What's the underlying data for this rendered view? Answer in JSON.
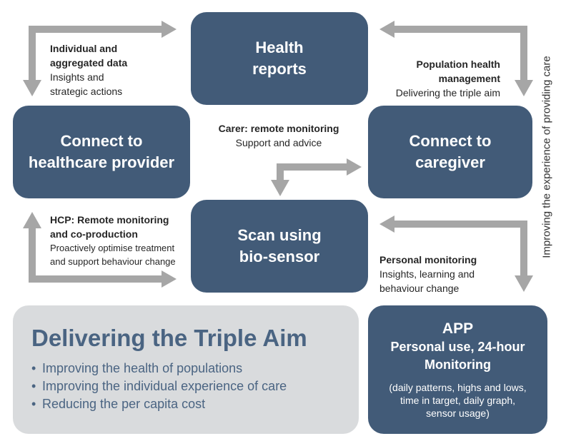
{
  "nodes": {
    "health_reports": "Health\nreports",
    "connect_hcp": "Connect to\nhealthcare provider",
    "connect_caregiver": "Connect to\ncaregiver",
    "scan": "Scan using\nbio-sensor",
    "app": {
      "title": "APP",
      "subtitle": "Personal use, 24-hour\nMonitoring",
      "details": "(daily patterns, highs and lows,\ntime in target, daily graph,\nsensor usage)"
    }
  },
  "labels": {
    "data": {
      "bold": "Individual and\naggregated data",
      "normal": "Insights and\nstrategic actions"
    },
    "population": {
      "bold": "Population health\nmanagement",
      "normal": "Delivering the triple aim"
    },
    "carer": {
      "bold": "Carer: remote monitoring",
      "normal": "Support and advice"
    },
    "hcp": {
      "bold": "HCP: Remote monitoring\nand co-production",
      "normal": "Proactively optimise treatment\nand support behaviour change"
    },
    "personal": {
      "bold": "Personal monitoring",
      "normal": "Insights, learning and\nbehaviour change"
    }
  },
  "side_label": "Improving the experience of providing care",
  "triple_aim": {
    "title": "Delivering the Triple Aim",
    "bullets": [
      "Improving the health of populations",
      "Improving the individual experience of care",
      "Reducing the per capita cost"
    ]
  },
  "colors": {
    "box": "#425b78",
    "arrow": "#a6a6a6",
    "panel": "#d9dbdd",
    "heading": "#4a6482"
  }
}
